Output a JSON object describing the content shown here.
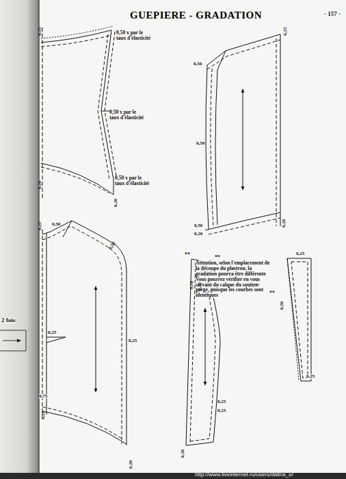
{
  "diagram": {
    "title": "GUEPIERE - GRADATION",
    "labels": [
      "- 157 -",
      "0,25",
      "0,50 x par le taux d'élasticité",
      "0,50 x par le taux d'élasticité",
      "0,50 x par le taux d'élasticité",
      "0,20",
      "0,20",
      "0,25",
      "0,50",
      "0,50",
      "0,50",
      "0,20",
      "0,20",
      "0,25",
      "0,50",
      "0,50",
      "0,25",
      "0,25",
      "0,75",
      "0,20",
      "0,20",
      "**",
      "**",
      "Attention, selon l'emplacement de la découpe du plastron, la gradation pourra être différente Vous pourrez vérifier en vous servant du calque du soutien-gorge, puisque les courbes sont identiques",
      "0,50",
      "0,50",
      "0,25",
      "0,25",
      "0,20",
      "0,25",
      "**",
      "0,50",
      "0,25",
      "2 fois",
      "http://www.liveinternet.ru/users/dalina_o/"
    ]
  }
}
